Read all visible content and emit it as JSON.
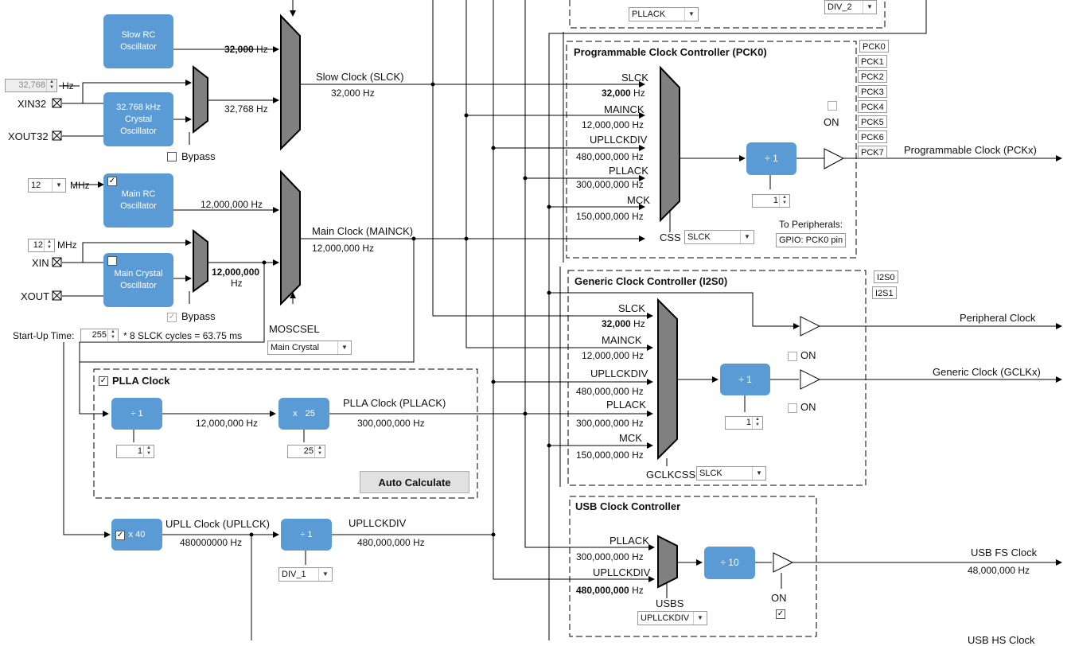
{
  "slow": {
    "rc_label": [
      "Slow RC",
      "Oscillator"
    ],
    "rc_freq": "32,000",
    "hz": "Hz",
    "xtal_spin": "32,768",
    "xin32": "XIN32",
    "xout32": "XOUT32",
    "xtal_label": [
      "32.768 kHz",
      "Crystal",
      "Oscillator"
    ],
    "xtal_freq": "32,768",
    "bypass": "Bypass",
    "out_label": "Slow Clock (SLCK)",
    "out_freq": "32,000 Hz"
  },
  "main": {
    "rc_spin": "12",
    "rc_unit": "MHz",
    "rc_label": [
      "Main RC",
      "Oscillator"
    ],
    "rc_freq": "12,000,000 Hz",
    "xtal_spin": "12",
    "xin": "XIN",
    "xout": "XOUT",
    "xtal_label": [
      "Main Crystal",
      "Oscillator"
    ],
    "xtal_freq": "12,000,000",
    "bypass": "Bypass",
    "out_label": "Main Clock (MAINCK)",
    "out_freq": "12,000,000 Hz",
    "moscsel": "MOSCSEL",
    "moscsel_value": "Main Crystal",
    "startup_label": "Start-Up Time:",
    "startup_value": "255",
    "startup_text": "* 8 SLCK cycles = 63.75 ms"
  },
  "plla": {
    "title": "PLLA Clock",
    "div": "÷ 1",
    "div_spin": "1",
    "in_freq": "12,000,000 Hz",
    "mul_x": "x",
    "mul": "25",
    "mul_spin": "25",
    "out_label": "PLLA Clock (PLLACK)",
    "out_freq": "300,000,000 Hz",
    "auto_calc": "Auto Calculate"
  },
  "upll": {
    "mul": "x  40",
    "out_label": "UPLL Clock (UPLLCK)",
    "out_freq": "480000000 Hz",
    "div": "÷ 1",
    "div_select": "DIV_1",
    "div_label": "UPLLCKDIV",
    "div_freq": "480,000,000 Hz"
  },
  "top_selects": {
    "left": "PLLACK",
    "right": "DIV_2",
    "css": "CSS"
  },
  "pck": {
    "title": "Programmable Clock Controller (PCK0)",
    "inputs": [
      {
        "name": "SLCK",
        "freq": "32,000",
        "hz": "Hz"
      },
      {
        "name": "MAINCK",
        "freq": "12,000,000 Hz"
      },
      {
        "name": "UPLLCKDIV",
        "freq": "480,000,000 Hz"
      },
      {
        "name": "PLLACK",
        "freq": "300,000,000 Hz"
      },
      {
        "name": "MCK",
        "freq": "150,000,000 Hz"
      }
    ],
    "div": "÷ 1",
    "div_spin": "1",
    "on": "ON",
    "css_label": "CSS",
    "css_value": "SLCK",
    "periph_label": "To Peripherals:",
    "periph_value": "GPIO: PCK0 pin",
    "tabs": [
      "PCK0",
      "PCK1",
      "PCK2",
      "PCK3",
      "PCK4",
      "PCK5",
      "PCK6",
      "PCK7"
    ],
    "output": "Programmable Clock (PCKx)"
  },
  "gclk": {
    "title": "Generic Clock Controller (I2S0)",
    "inputs": [
      {
        "name": "SLCK",
        "freq": "32,000",
        "hz": "Hz"
      },
      {
        "name": "MAINCK",
        "freq": "12,000,000 Hz"
      },
      {
        "name": "UPLLCKDIV",
        "freq": "480,000,000 Hz"
      },
      {
        "name": "PLLACK",
        "freq": "300,000,000 Hz"
      },
      {
        "name": "MCK",
        "freq": "150,000,000 Hz"
      }
    ],
    "div": "÷ 1",
    "div_spin": "1",
    "on": "ON",
    "css_label": "GCLKCSS",
    "css_value": "SLCK",
    "tabs": [
      "I2S0",
      "I2S1"
    ],
    "periph_out": "Peripheral Clock",
    "gclk_out": "Generic Clock (GCLKx)"
  },
  "usb": {
    "title": "USB Clock Controller",
    "in1": "PLLACK",
    "in1_freq": "300,000,000 Hz",
    "in2": "UPLLCKDIV",
    "in2_freq": "480,000,000",
    "in2_hz": "Hz",
    "div": "÷ 10",
    "usbs": "USBS",
    "usbs_value": "UPLLCKDIV",
    "on": "ON",
    "out_label": "USB FS Clock",
    "out_freq": "48,000,000 Hz",
    "bottom_cut": "USB HS Clock"
  }
}
